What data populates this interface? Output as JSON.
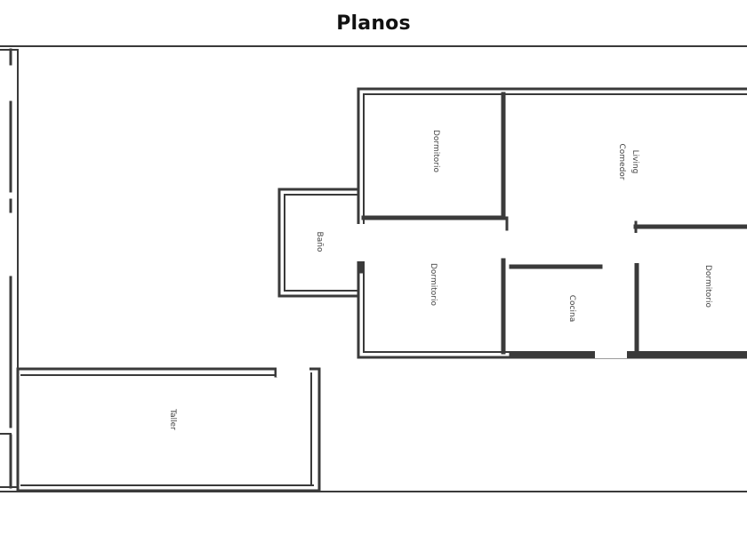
{
  "title": "Planos",
  "rooms": {
    "dormitorio_1": "Dormitorio",
    "living_line1": "Living",
    "living_line2": "Comedor",
    "bano": "Baño",
    "dormitorio_2": "Dormitorio",
    "cocina": "Cocina",
    "dormitorio_3": "Dormitorio",
    "taller": "Taller"
  },
  "colors": {
    "wall": "#3a3a3a",
    "wall_fill": "#ffffff",
    "background": "#ffffff"
  }
}
